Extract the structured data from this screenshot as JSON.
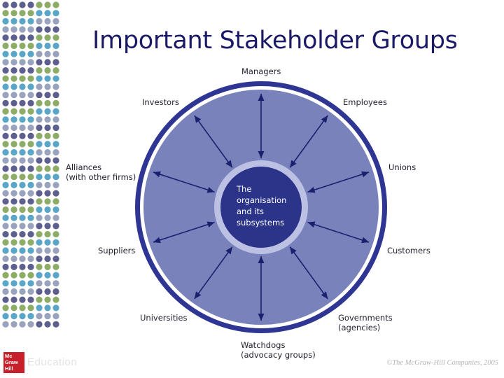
{
  "title": "Important Stakeholder Groups",
  "center": {
    "lines": [
      "The",
      "organisation",
      "and its",
      "subsystems"
    ]
  },
  "stakeholders": {
    "managers": [
      "Managers"
    ],
    "employees": [
      "Employees"
    ],
    "unions": [
      "Unions"
    ],
    "customers": [
      "Customers"
    ],
    "governments": [
      "Governments",
      "(agencies)"
    ],
    "watchdogs": [
      "Watchdogs",
      "(advocacy groups)"
    ],
    "universities": [
      "Universities"
    ],
    "suppliers": [
      "Suppliers"
    ],
    "alliances": [
      "Alliances",
      "(with other firms)"
    ],
    "investors": [
      "Investors"
    ]
  },
  "footer": {
    "logo": [
      "Mc",
      "Graw",
      "Hill"
    ],
    "logo_word": "Education",
    "copyright": "©The McGraw-Hill Companies, 2005"
  },
  "colors": {
    "title": "#1a1a66",
    "outer_ring": "#2e3592",
    "disc_fill": "#7a82bb",
    "inner_ring": "#bcc1e4",
    "center_fill": "#2b3489",
    "arrow": "#1c1f6e",
    "dot_palette": [
      "#5d5f8f",
      "#8dad66",
      "#5aa6c8",
      "#9aa3bd"
    ],
    "logo": "#c8202a"
  }
}
